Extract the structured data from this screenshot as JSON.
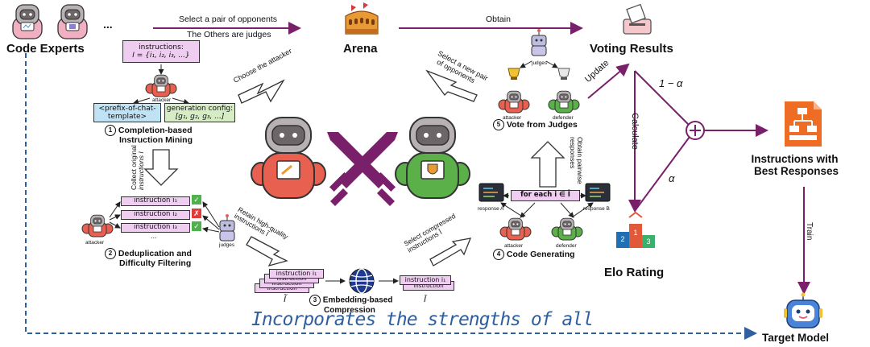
{
  "labels": {
    "code_experts": "Code Experts",
    "arena": "Arena",
    "voting_results": "Voting Results",
    "elo_rating": "Elo Rating",
    "instructions_best": "Instructions with",
    "instructions_best_2": "Best Responses",
    "target_model": "Target Model",
    "ellipsis": "..."
  },
  "edges": {
    "select_pair": "Select a pair of opponents",
    "others_judges": "The Others are judges",
    "obtain": "Obtain",
    "choose_attacker": "Choose the attacker",
    "select_new_pair_1": "Select a new pair",
    "select_new_pair_2": "of opponents",
    "update": "Update",
    "calculate": "Calculate",
    "one_minus_alpha": "1 − α",
    "alpha": "α",
    "train": "Train",
    "collect_1": "Collect original",
    "collect_2": "instructions I",
    "retain_1": "Retain high-quality",
    "retain_2": "instructions Ĩ",
    "select_comp_1": "Select compressed",
    "select_comp_2": "instructions Ī",
    "obtain_pairwise_1": "Obtain pairwise",
    "obtain_pairwise_2": "responses"
  },
  "step1": {
    "instructions_title": "instructions:",
    "instructions_formula": "I = {i₁, i₂, i₃, ...}",
    "prefix": "<prefix-of-chat-template>",
    "gen_config": "generation config:",
    "gen_formula": "[g₁, g₂, g₃, ...]",
    "attacker": "attacker",
    "num": "1",
    "title_1": "Completion-based",
    "title_2": "Instruction Mining"
  },
  "step2": {
    "items": [
      "instruction i₁",
      "instruction i₂",
      "instruction i₃"
    ],
    "marks": [
      "✓",
      "✗",
      "✓"
    ],
    "ellipsis": "...",
    "attacker": "attacker",
    "judges": "judges",
    "num": "2",
    "title_1": "Deduplication and",
    "title_2": "Difficulty Filtering"
  },
  "step3": {
    "stack_label": "instruction i₁",
    "stack_back": "instruction",
    "out_label": "instruction i₁",
    "tilde": "Ĩ",
    "bar": "Ī",
    "num": "3",
    "title_1": "Embedding-based",
    "title_2": "Compression"
  },
  "step4": {
    "for_each": "for each i ∈ Ī",
    "response_a": "response A",
    "response_b": "response B",
    "attacker": "attacker",
    "defender": "defender",
    "num": "4",
    "title": "Code Generating"
  },
  "step5": {
    "judges": "judges",
    "attacker": "attacker",
    "defender": "defender",
    "num": "5",
    "title": "Vote from Judges"
  },
  "bottom_text": "Incorporates the strengths of all",
  "colors": {
    "purple": "#7a1f6a",
    "blue_dash": "#2f5f9e",
    "attacker": "#e8604f",
    "defender": "#5bb04a",
    "orange": "#ef6c25"
  }
}
